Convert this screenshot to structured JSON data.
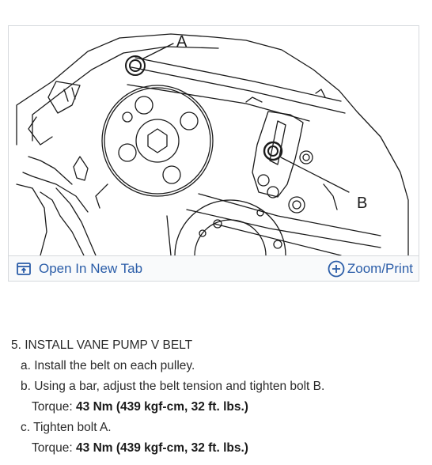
{
  "figure": {
    "label_a": "A",
    "label_b": "B",
    "open_tab_label": "Open In New Tab",
    "zoom_label": "Zoom/Print",
    "icons": {
      "open_tab": "open-in-new-tab-icon",
      "zoom": "zoom-plus-icon"
    },
    "accent_color": "#2b5da8"
  },
  "steps": {
    "title": "5. INSTALL VANE PUMP V BELT",
    "a": "a. Install the belt on each pulley.",
    "b": "b. Using a bar, adjust the belt tension and tighten bolt B.",
    "b_torque_label": "Torque: ",
    "b_torque_value": "43 Nm (439 kgf-cm, 32 ft. lbs.)",
    "c": "c. Tighten bolt A.",
    "c_torque_label": "Torque: ",
    "c_torque_value": "43 Nm (439 kgf-cm, 32 ft. lbs.)"
  }
}
